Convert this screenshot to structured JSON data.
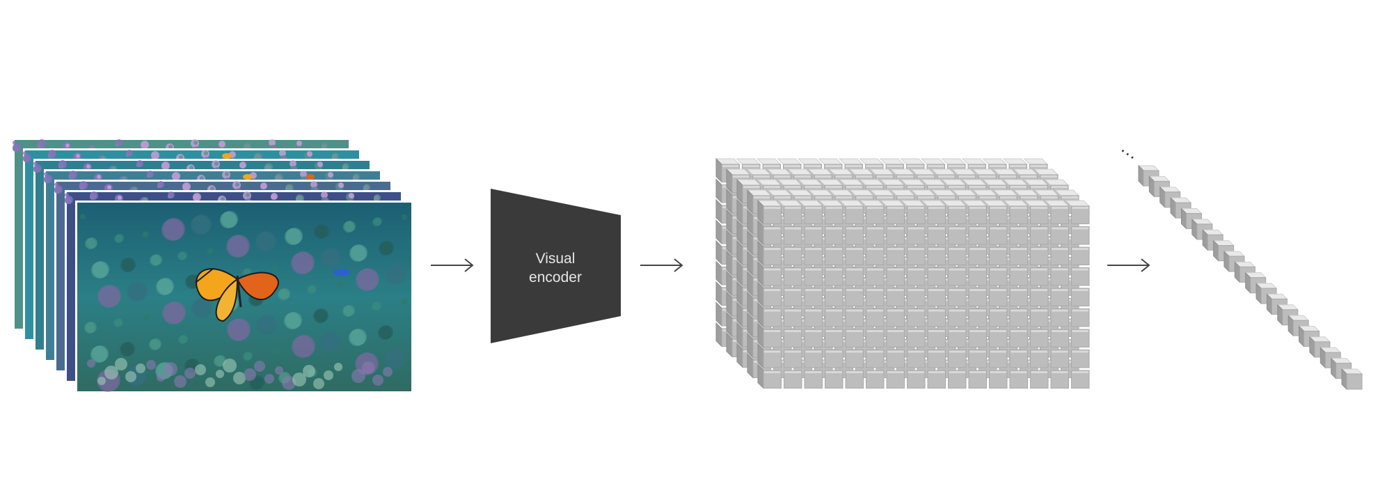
{
  "diagram": {
    "encoder": {
      "label_line1": "Visual",
      "label_line2": "encoder",
      "color": "#3a3a3a"
    },
    "frames": {
      "count": 7,
      "subject": "butterfly over coral reef underwater scene",
      "water_colors": [
        "#1d6f80",
        "#2c8b93",
        "#3f8f7d"
      ],
      "butterfly_colors": [
        "#f3a51c",
        "#e2631a",
        "#1b1b1b"
      ]
    },
    "arrows": {
      "count": 3,
      "color": "#444444"
    },
    "token_volume": {
      "columns": 16,
      "rows": 9,
      "depth_layers": 5,
      "front_face_color": "#bdbdbd",
      "top_face_color": "#e9e9e9",
      "side_face_color": "#9e9e9e"
    },
    "token_sequence": {
      "cubes": 20,
      "ellipsis": "…"
    }
  }
}
